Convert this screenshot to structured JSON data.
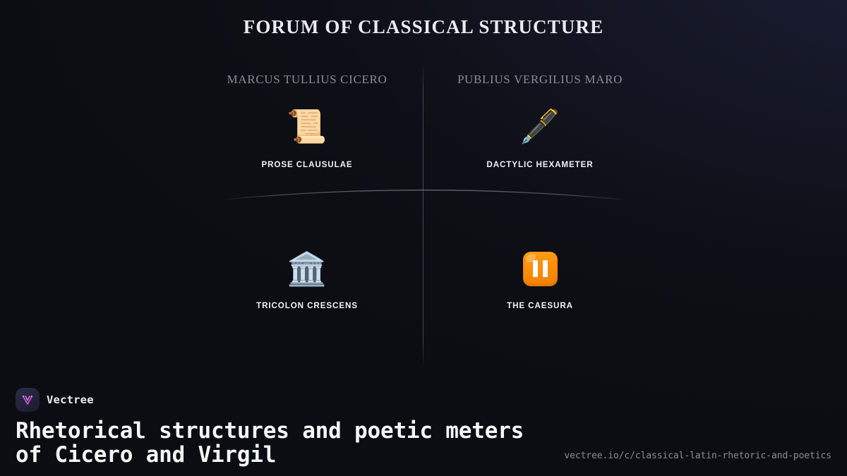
{
  "header": {
    "title": "FORUM OF CLASSICAL STRUCTURE"
  },
  "columns": [
    {
      "heading": "MARCUS TULLIUS CICERO"
    },
    {
      "heading": "PUBLIUS VERGILIUS MARO"
    }
  ],
  "cells": [
    {
      "icon": "scroll-icon",
      "glyph": "📜",
      "label": "PROSE CLAUSULAE"
    },
    {
      "icon": "fountain-pen-icon",
      "glyph": "🖋️",
      "label": "DACTYLIC HEXAMETER"
    },
    {
      "icon": "classical-building-icon",
      "glyph": "🏛️",
      "label": "TRICOLON CRESCENS"
    },
    {
      "icon": "pause-button-icon",
      "glyph": "⏸️",
      "label": "THE CAESURA"
    }
  ],
  "footer": {
    "brand_name": "Vectree",
    "brand_logo_icon": "vectree-v-logo-icon",
    "headline": "Rhetorical structures and poetic meters of Cicero and Virgil",
    "url": "vectree.io/c/classical-latin-rhetoric-and-poetics"
  },
  "colors": {
    "background_dark": "#0c0d12",
    "background_navy": "#1e2138",
    "title_text": "#eceaf0",
    "heading_text": "#8c8c99",
    "label_text": "#f2f1f5",
    "divider": "#96989f",
    "accent_orange": "#fb8c07",
    "accent_magenta": "#e35fd4",
    "url_text": "#8b8b96"
  }
}
